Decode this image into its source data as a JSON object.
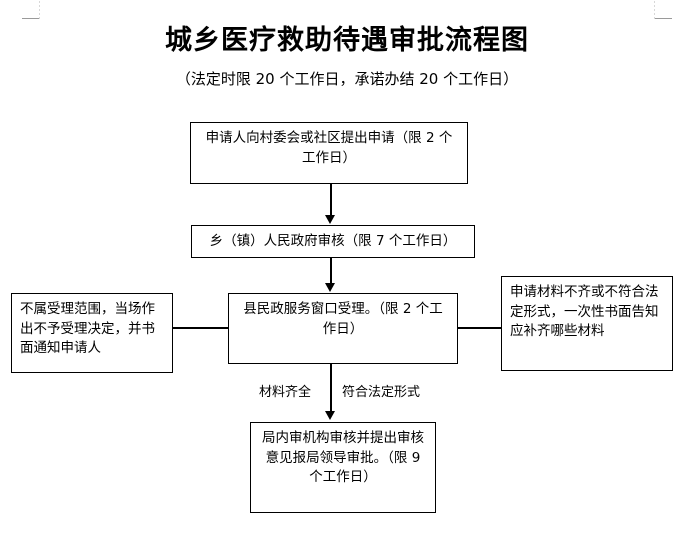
{
  "document": {
    "title": "城乡医疗救助待遇审批流程图",
    "subtitle": "（法定时限 20 个工作日，承诺办结 20 个工作日）"
  },
  "corner_marks": {
    "top_left": "page-margin-corner-mark",
    "top_right": "page-margin-corner-mark"
  },
  "flowchart": {
    "nodes": [
      {
        "id": "apply",
        "text": "申请人向村委会或社区提出申请（限 2 个工作日）",
        "align": "center"
      },
      {
        "id": "township",
        "text": "乡（镇）人民政府审核（限 7 个工作日）",
        "align": "center"
      },
      {
        "id": "window",
        "text": "县民政服务窗口受理。（限 2 个工作日）",
        "align": "center"
      },
      {
        "id": "reject",
        "text": "不属受理范围，当场作出不予受理决定，并书面通知申请人",
        "align": "left"
      },
      {
        "id": "incomplete",
        "text": "申请材料不齐或不符合法定形式，一次性书面告知应补齐哪些材料",
        "align": "left"
      },
      {
        "id": "internal",
        "text": "局内审机构审核并提出审核意见报局领导审批。（限 9 个工作日）",
        "align": "center"
      }
    ],
    "edge_labels": {
      "materials_complete": "材料齐全",
      "legal_form": "符合法定形式"
    },
    "connectors": [
      {
        "id": "apply-to-township",
        "type": "arrow-down"
      },
      {
        "id": "township-to-window",
        "type": "arrow-down"
      },
      {
        "id": "window-to-internal",
        "type": "arrow-down"
      },
      {
        "id": "window-to-reject",
        "type": "line-left"
      },
      {
        "id": "window-to-incomplete",
        "type": "line-right"
      }
    ]
  },
  "colors": {
    "ink": "#000000",
    "paper": "#ffffff",
    "guide": "#9a9a9a"
  }
}
